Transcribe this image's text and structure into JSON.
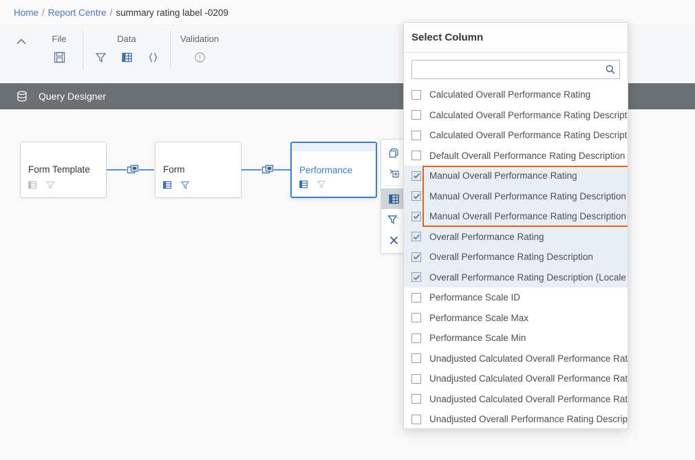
{
  "breadcrumb": {
    "links": [
      "Home",
      "Report Centre"
    ],
    "separator": "/",
    "current": "summary rating label -0209"
  },
  "toolbar": {
    "collapse_icon": "chevron-up-icon",
    "groups": [
      {
        "label": "File",
        "icons": [
          "save-icon"
        ]
      },
      {
        "label": "Data",
        "icons": [
          "filter-icon",
          "table-icon",
          "braces-icon"
        ]
      },
      {
        "label": "Validation",
        "icons": [
          "warning-circle-icon"
        ]
      }
    ]
  },
  "query_designer": {
    "icon": "database-icon",
    "title": "Query Designer"
  },
  "diagram": {
    "nodes": [
      {
        "title": "Form Template",
        "selected": false,
        "icons": [
          "table-icon",
          "filter-icon"
        ]
      },
      {
        "title": "Form",
        "selected": false,
        "icons": [
          "table-icon",
          "filter-icon"
        ]
      },
      {
        "title": "Performance",
        "selected": true,
        "icons": [
          "table-icon",
          "filter-icon"
        ]
      }
    ],
    "connector_icon": "join-icon"
  },
  "node_toolbar": {
    "buttons": [
      {
        "name": "copy-icon",
        "active": false
      },
      {
        "name": "add-column-icon",
        "active": false
      },
      {
        "name": "select-columns-icon",
        "active": true
      },
      {
        "name": "filter-dropdown-icon",
        "active": false
      },
      {
        "name": "close-icon",
        "active": false
      }
    ]
  },
  "popover": {
    "title": "Select Column",
    "search": {
      "value": "",
      "placeholder": "",
      "icon": "search-icon"
    },
    "highlight_color": "#e0631a",
    "items": [
      {
        "label": "Calculated Overall Performance Rating",
        "checked": false,
        "highlighted": false
      },
      {
        "label": "Calculated Overall Performance Rating Description",
        "checked": false,
        "highlighted": false
      },
      {
        "label": "Calculated Overall Performance Rating Description (",
        "checked": false,
        "highlighted": false
      },
      {
        "label": "Default Overall Performance Rating Description (Un",
        "checked": false,
        "highlighted": false
      },
      {
        "label": "Manual Overall Performance Rating",
        "checked": true,
        "highlighted": true
      },
      {
        "label": "Manual Overall Performance Rating Description",
        "checked": true,
        "highlighted": true
      },
      {
        "label": "Manual Overall Performance Rating Description (Lo",
        "checked": true,
        "highlighted": true
      },
      {
        "label": "Overall Performance Rating",
        "checked": true,
        "highlighted": false
      },
      {
        "label": "Overall Performance Rating Description",
        "checked": true,
        "highlighted": false
      },
      {
        "label": "Overall Performance Rating Description (Locale Spe",
        "checked": true,
        "highlighted": false
      },
      {
        "label": "Performance Scale ID",
        "checked": false,
        "highlighted": false
      },
      {
        "label": "Performance Scale Max",
        "checked": false,
        "highlighted": false
      },
      {
        "label": "Performance Scale Min",
        "checked": false,
        "highlighted": false
      },
      {
        "label": "Unadjusted Calculated Overall Performance Rating",
        "checked": false,
        "highlighted": false
      },
      {
        "label": "Unadjusted Calculated Overall Performance Rating",
        "checked": false,
        "highlighted": false
      },
      {
        "label": "Unadjusted Calculated Overall Performance Rating",
        "checked": false,
        "highlighted": false
      },
      {
        "label": "Unadjusted Overall Performance Rating Description",
        "checked": false,
        "highlighted": false
      }
    ]
  }
}
